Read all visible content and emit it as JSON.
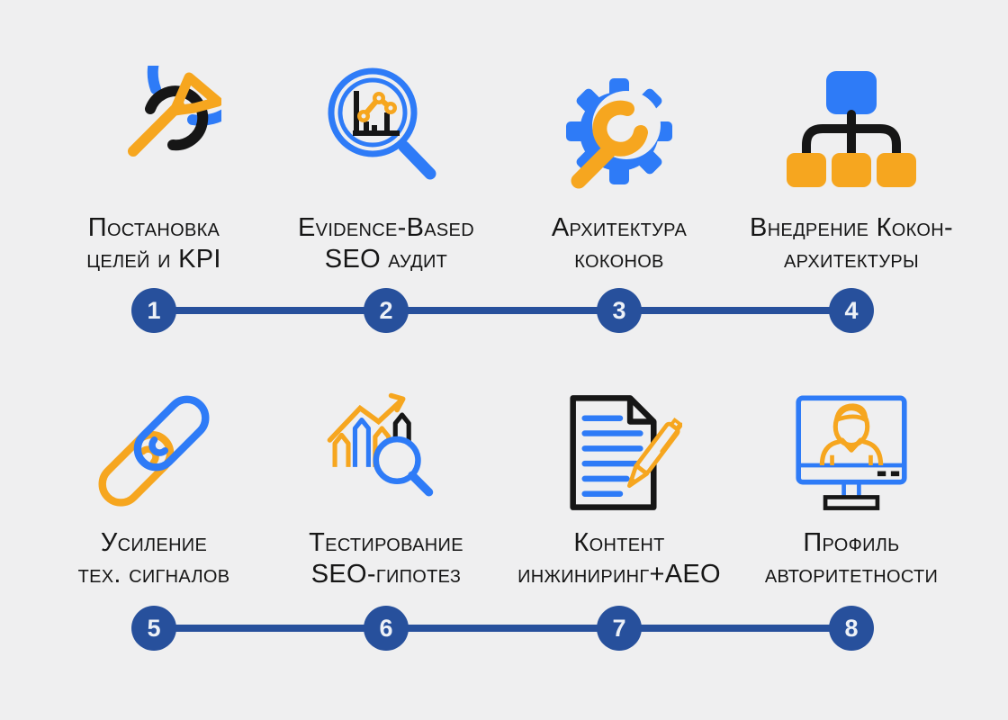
{
  "infographic": {
    "language": "ru",
    "background": "#efeff0",
    "accent_blue": "#2e7bf7",
    "accent_orange": "#f6a61f",
    "timeline_navy": "#27509c",
    "text_color": "#161616"
  },
  "steps": [
    {
      "number": "1",
      "label": "Постановка\nцелей и KPI",
      "icon": "target-dart-icon"
    },
    {
      "number": "2",
      "label": "Evidence-Based\nSEO аудит",
      "icon": "analytics-magnifier-icon"
    },
    {
      "number": "3",
      "label": "Архитектура\nкоконов",
      "icon": "gear-wrench-icon"
    },
    {
      "number": "4",
      "label": "Внедрение Кокон-\nархитектуры",
      "icon": "sitemap-hierarchy-icon"
    },
    {
      "number": "5",
      "label": "Усиление\nтех. сигналов",
      "icon": "chain-links-icon"
    },
    {
      "number": "6",
      "label": "Тестирование\nSEO-гипотез",
      "icon": "growth-chart-magnifier-icon"
    },
    {
      "number": "7",
      "label": "Контент\nинжиниринг+AEO",
      "icon": "document-pen-icon"
    },
    {
      "number": "8",
      "label": "Профиль\nавторитетности",
      "icon": "monitor-person-icon"
    }
  ]
}
